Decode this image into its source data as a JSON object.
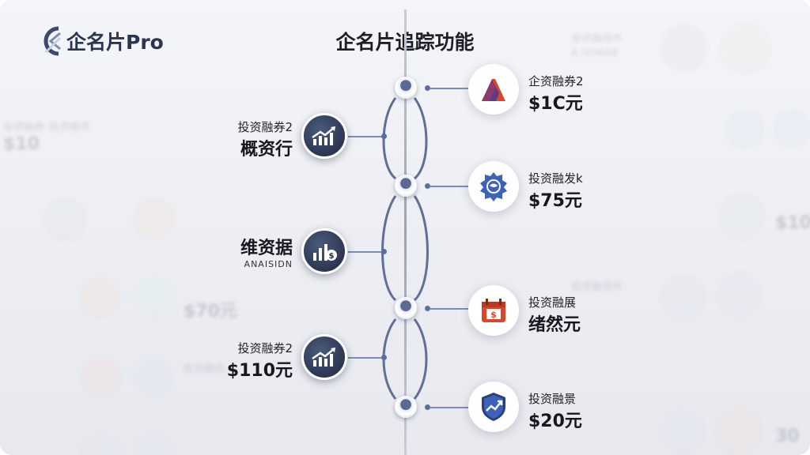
{
  "brand": {
    "name": "企名片Pro"
  },
  "title": "企名片追踪功能",
  "left_items": [
    {
      "small": "投资融券2",
      "big": "概资行"
    },
    {
      "big": "维资据",
      "tiny": "ANAISIDN"
    },
    {
      "small": "投资融券2",
      "big": "$110元"
    }
  ],
  "right_items": [
    {
      "small": "企资融券2",
      "big": "$1C元"
    },
    {
      "small": "投资融发k",
      "big": "$75元"
    },
    {
      "small": "投资融展",
      "big": "绪然元"
    },
    {
      "small": "投资融景",
      "big": "$20元"
    }
  ],
  "icons": [
    "logo-mark",
    "chart-up-icon",
    "chart-dollar-icon",
    "delta-logo-icon",
    "gear-globe-icon",
    "calendar-dollar-icon",
    "shield-chart-icon"
  ],
  "colors": {
    "accent": "#2a3553",
    "line": "#7a8db8",
    "red": "#d9472b",
    "blue": "#3c63b8"
  },
  "background_ghost_text": [
    "$70元",
    "$10"
  ]
}
